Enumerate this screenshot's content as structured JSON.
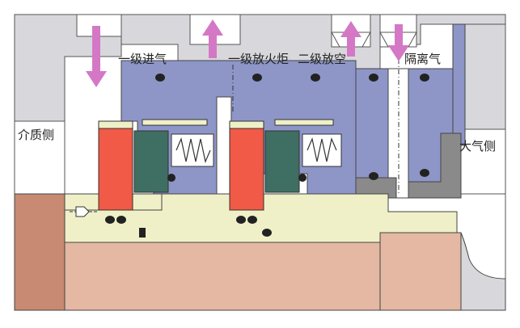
{
  "labels": {
    "stage1_inlet": "一级进气",
    "stage1_flare": "一级放火炬",
    "stage2_vent": "二级放空",
    "isolation_gas": "隔离气",
    "medium_side": "介质侧",
    "atmosphere_side": "大气侧"
  },
  "colors": {
    "housing": "#d8d8dc",
    "seal_body": "#8e96c8",
    "sleeve": "#f0f0c8",
    "shaft": "#e4b8a2",
    "stationary_ring": "#f05a46",
    "rotating_ring": "#3f6e62",
    "arrow": "#d478c6",
    "oring": "#222222",
    "dark_gray": "#8a8a8a"
  },
  "arrows": [
    {
      "id": "arrow-stage1-inlet",
      "direction": "down"
    },
    {
      "id": "arrow-stage1-flare",
      "direction": "up"
    },
    {
      "id": "arrow-stage2-vent",
      "direction": "up"
    },
    {
      "id": "arrow-isolation-gas",
      "direction": "down"
    }
  ]
}
